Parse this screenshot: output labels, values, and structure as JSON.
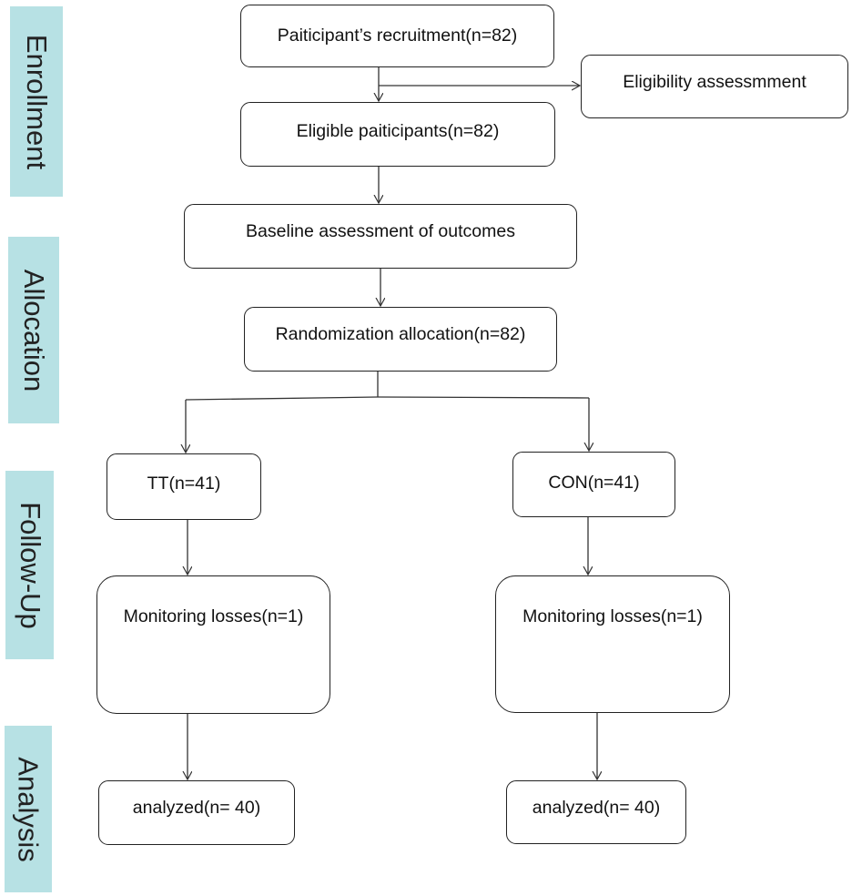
{
  "stages": {
    "enrollment": "Enrollment",
    "allocation": "Allocation",
    "follow_up": "Follow-Up",
    "analysis": "Analysis"
  },
  "boxes": {
    "recruitment": "Paiticipant’s recruitment(n=82)",
    "eligibility_assessment": "Eligibility assessmment",
    "eligible": "Eligible paiticipants(n=82)",
    "baseline": "Baseline assessment of outcomes",
    "randomization": "Randomization allocation(n=82)",
    "tt": "TT(n=41)",
    "con": "CON(n=41)",
    "tt_losses": "Monitoring losses(n=1)",
    "con_losses": "Monitoring losses(n=1)",
    "tt_analyzed": "analyzed(n= 40)",
    "con_analyzed": "analyzed(n= 40)"
  },
  "colors": {
    "stage_band": "#b7e1e4",
    "box_border": "#222222",
    "connector": "#333333"
  }
}
